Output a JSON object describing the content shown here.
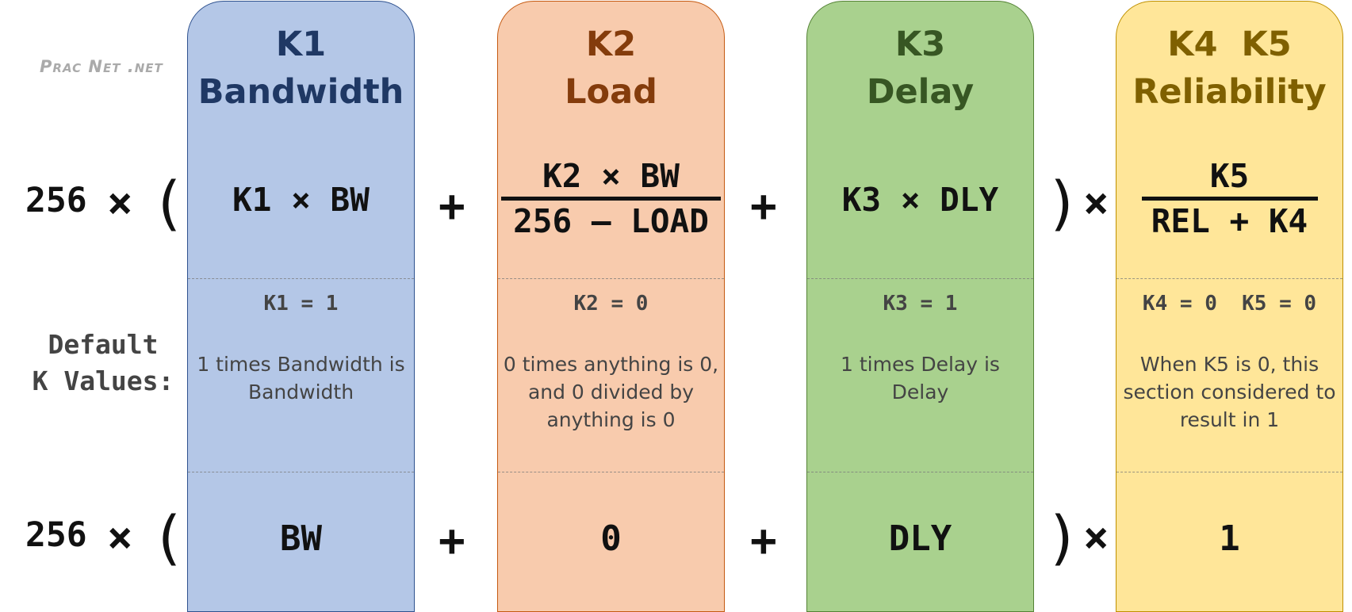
{
  "logo_text": "Prac Net .net",
  "row_label": [
    "Default",
    "K Values:"
  ],
  "operators": {
    "multiplier": "256",
    "times": "×",
    "open_paren": "(",
    "close_paren": ")",
    "plus": "+"
  },
  "columns": [
    {
      "id": "k1",
      "title": "K1",
      "subtitle": "Bandwidth",
      "formula": "K1 × BW",
      "default_k": "K1 = 1",
      "description": "1 times Bandwidth is Bandwidth",
      "result": "BW",
      "fill": "#b4c7e7",
      "border": "#2f528f",
      "text_color": "#1f3864"
    },
    {
      "id": "k2",
      "title": "K2",
      "subtitle": "Load",
      "formula_numerator": "K2 × BW",
      "formula_denominator": "256 – LOAD",
      "default_k": "K2 = 0",
      "description": "0 times anything is 0, and 0 divided by anything is 0",
      "result": "0",
      "fill": "#f8cbad",
      "border": "#c55a11",
      "text_color": "#843c0c"
    },
    {
      "id": "k3",
      "title": "K3",
      "subtitle": "Delay",
      "formula": "K3 × DLY",
      "default_k": "K3 = 1",
      "description": "1 times Delay is Delay",
      "result": "DLY",
      "fill": "#a9d18e",
      "border": "#548235",
      "text_color": "#375623"
    },
    {
      "id": "k45",
      "title": "K4  K5",
      "subtitle": "Reliability",
      "formula_numerator": "K5",
      "formula_denominator": "REL + K4",
      "default_k": "K4 = 0  K5 = 0",
      "description": "When K5 is 0, this section considered to result in 1",
      "result": "1",
      "fill": "#ffe699",
      "border": "#bf9000",
      "text_color": "#7f6000"
    }
  ]
}
